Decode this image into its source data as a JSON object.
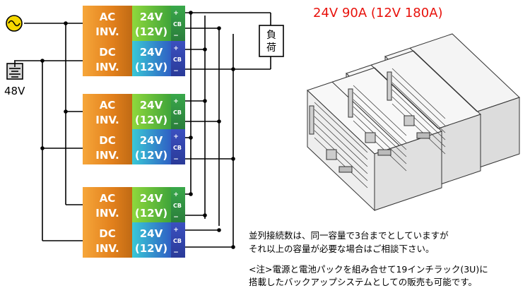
{
  "title": "24V 90A (12V 180A)",
  "ac_line1": "AC",
  "ac_line2": "INV.",
  "dc_line1": "DC",
  "dc_line2": "INV.",
  "out_line1": "24V",
  "out_line2": "(12V)",
  "cb_label": "CB",
  "plus_sign": "+",
  "minus_sign": "−",
  "battery_voltage": "48V",
  "load_line1": "負",
  "load_line2": "荷",
  "note_line1": "並列接続数は、同一容量で3台までとしていますが",
  "note_line2": "それ以上の容量が必要な場合はご相談下さい。",
  "note_line3": "<注>電源と電池パックを組み合せて19インチラック(3U)に",
  "note_line4": "搭載したバックアップシステムとしての販売も可能です。",
  "colors": {
    "title": "#e8120c",
    "inverter": "#e88a1e",
    "output_green": "#5cbf2a",
    "output_blue": "#3a48b8",
    "ac_source": "#f5d800"
  }
}
